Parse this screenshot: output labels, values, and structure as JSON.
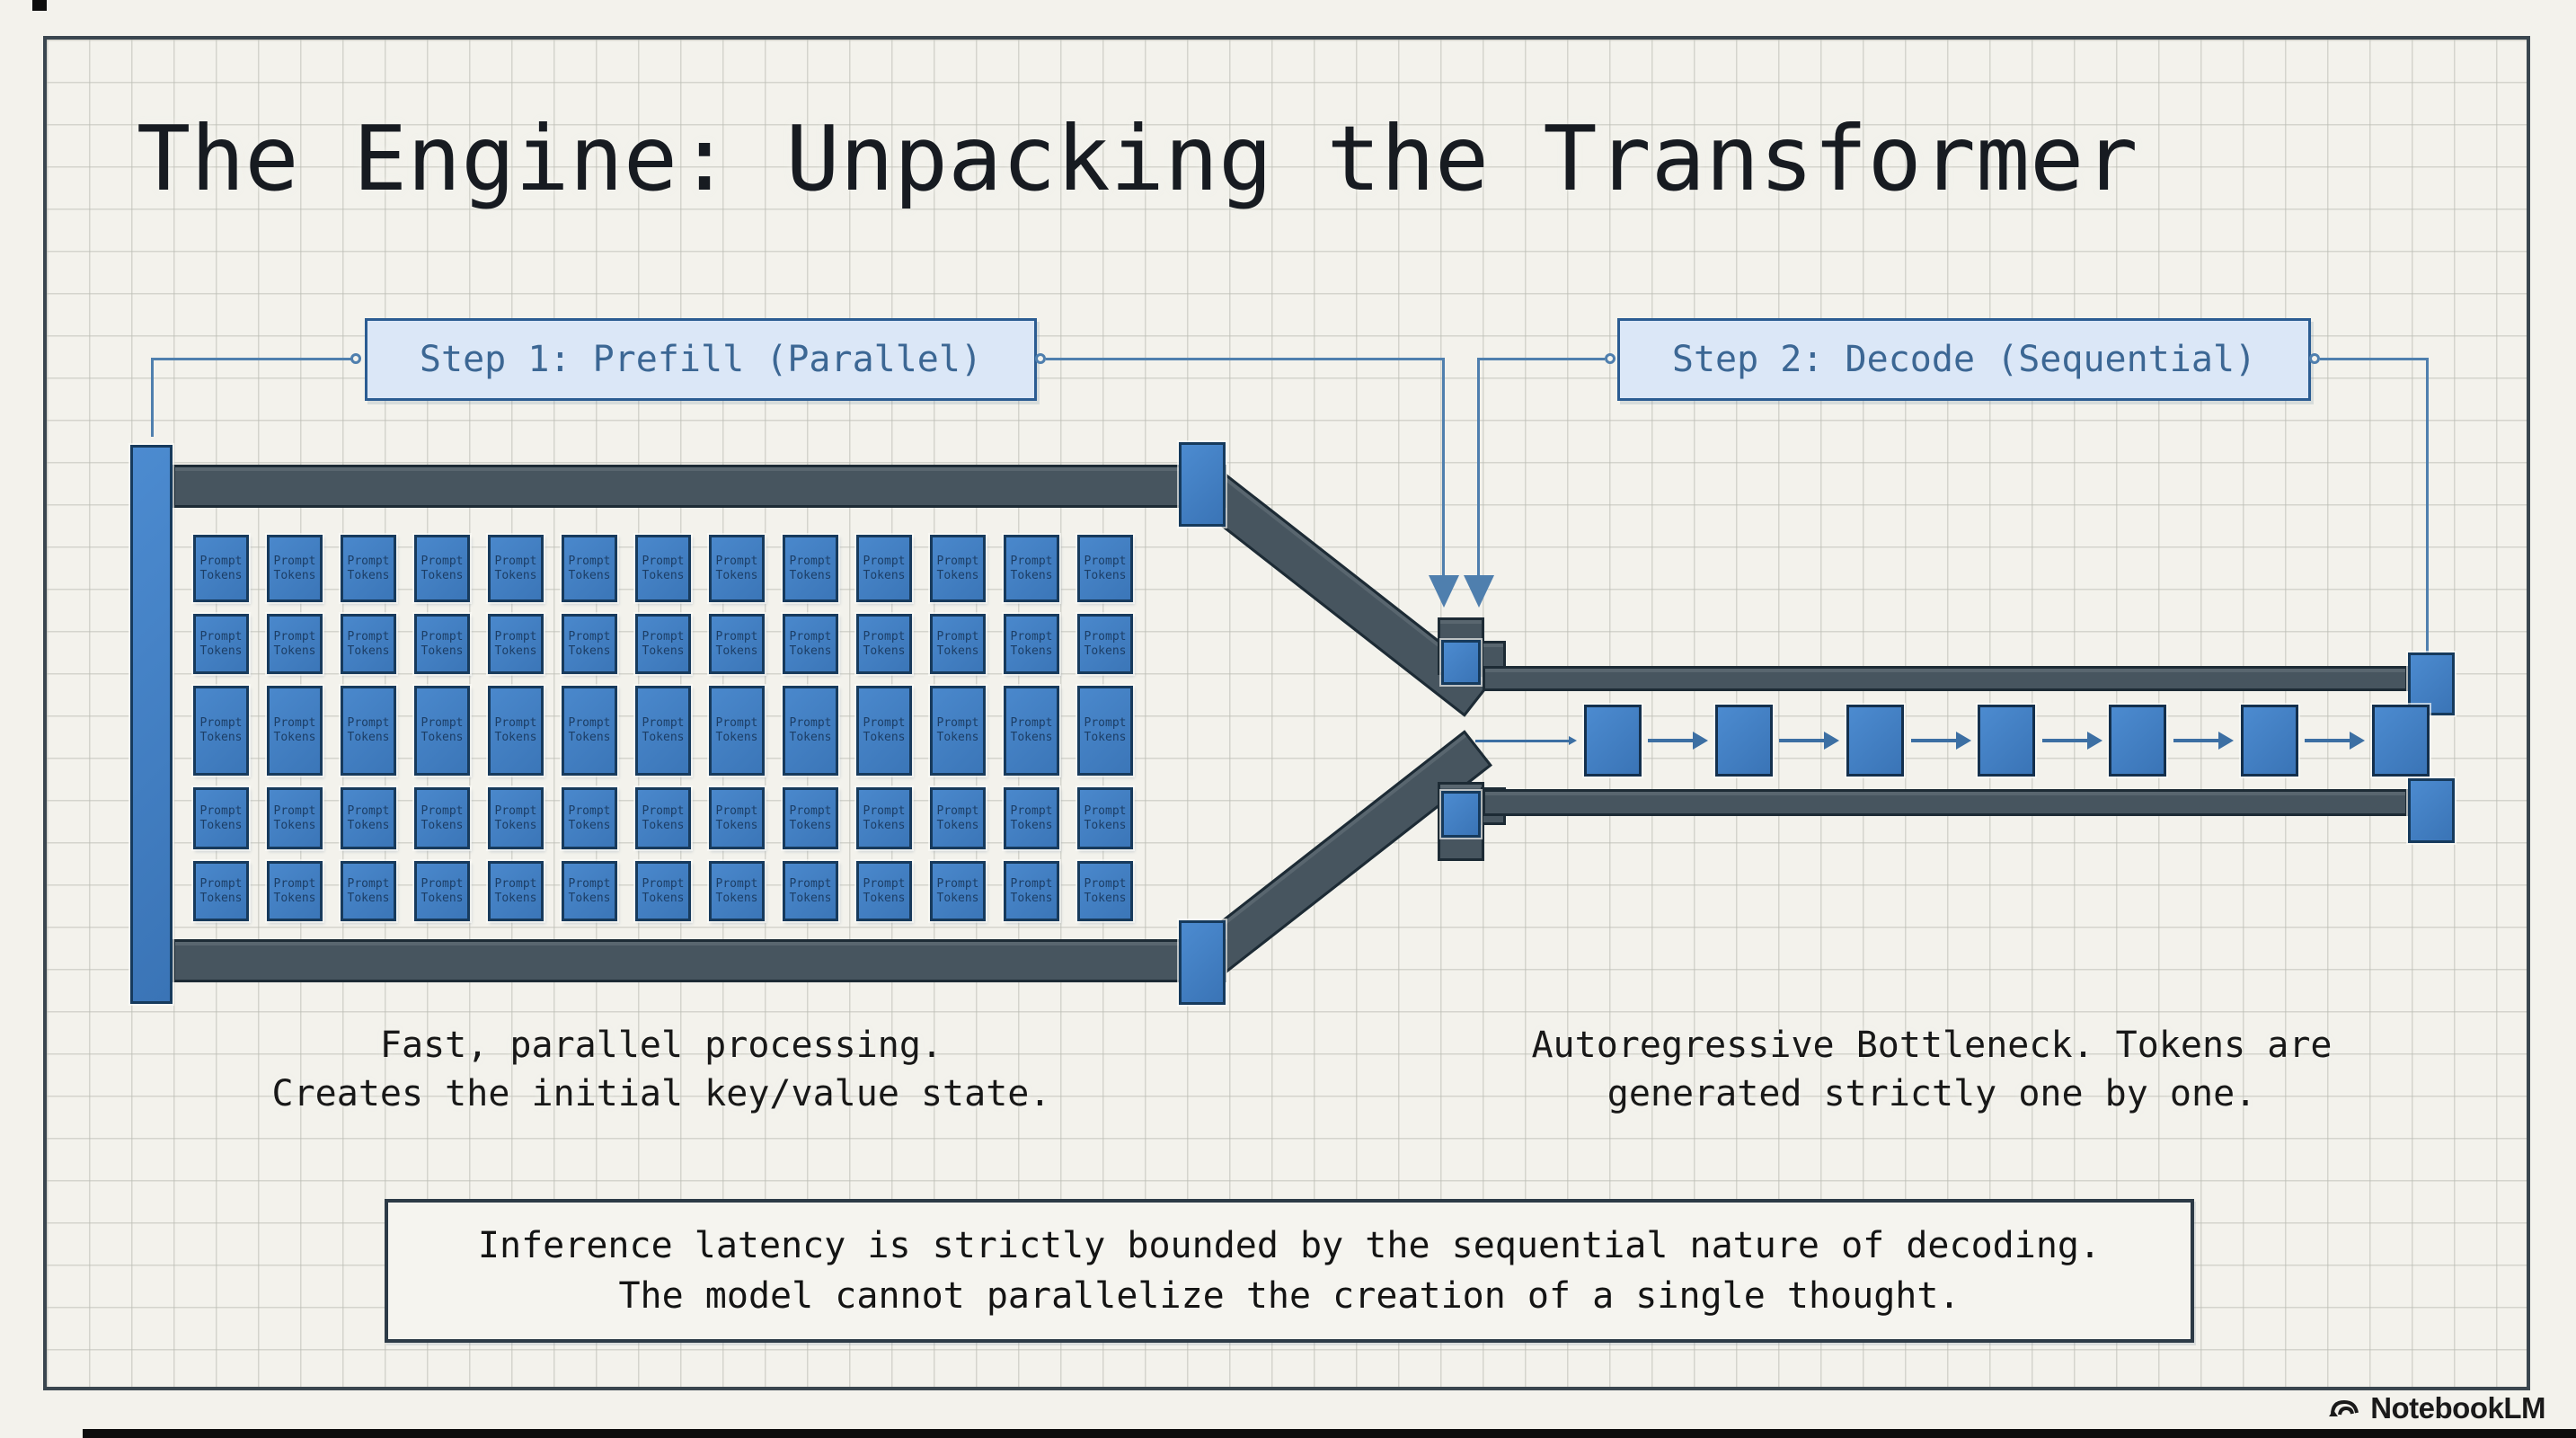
{
  "title": "The Engine: Unpacking the Transformer",
  "steps": {
    "step1": {
      "label": "Step 1: Prefill (Parallel)"
    },
    "step2": {
      "label": "Step 2: Decode (Sequential)"
    }
  },
  "prefill": {
    "token_label_line1": "Prompt",
    "token_label_line2": "Tokens",
    "grid": {
      "columns": 13,
      "rows": 5
    }
  },
  "decode": {
    "square_count": 7
  },
  "captions": {
    "prefill_line1": "Fast, parallel processing.",
    "prefill_line2": "Creates the initial key/value state.",
    "decode_line1": "Autoregressive Bottleneck. Tokens are",
    "decode_line2": "generated strictly one by one."
  },
  "footer_box": {
    "line1": "Inference latency is strictly bounded by the sequential nature of decoding.",
    "line2": "The model cannot parallelize the creation of a single thought."
  },
  "branding": {
    "wordmark": "NotebookLM"
  },
  "colors": {
    "paper": "#f3f2ec",
    "grid_line": "#babcb4",
    "frame": "#3a464f",
    "machinery_dark": "#47555f",
    "token_blue": "#3f80c5",
    "accent_blue": "#2b5c92",
    "connector_blue": "#4f7fae",
    "text_dark": "#171b21"
  }
}
